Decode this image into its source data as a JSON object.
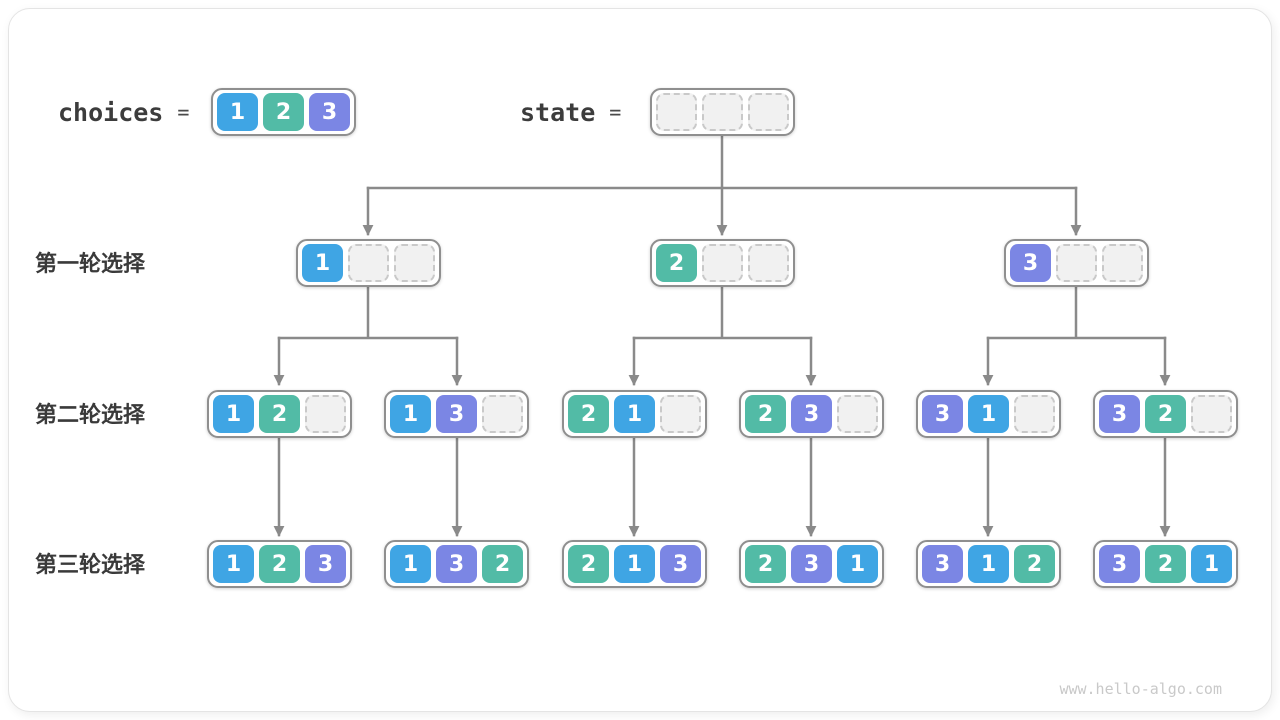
{
  "colors": {
    "1": "#3fa5e4",
    "2": "#52bba6",
    "3": "#7b86e4",
    "connector": "#8a8a8a"
  },
  "legend": {
    "choices_label": "choices",
    "state_label": "state",
    "equals": "=",
    "choices_cells": [
      "1",
      "2",
      "3"
    ],
    "state_cells": [
      null,
      null,
      null
    ]
  },
  "rows": [
    {
      "label": "第一轮选择",
      "nodes": [
        [
          "1",
          null,
          null
        ],
        [
          "2",
          null,
          null
        ],
        [
          "3",
          null,
          null
        ]
      ]
    },
    {
      "label": "第二轮选择",
      "nodes": [
        [
          "1",
          "2",
          null
        ],
        [
          "1",
          "3",
          null
        ],
        [
          "2",
          "1",
          null
        ],
        [
          "2",
          "3",
          null
        ],
        [
          "3",
          "1",
          null
        ],
        [
          "3",
          "2",
          null
        ]
      ]
    },
    {
      "label": "第三轮选择",
      "nodes": [
        [
          "1",
          "2",
          "3"
        ],
        [
          "1",
          "3",
          "2"
        ],
        [
          "2",
          "1",
          "3"
        ],
        [
          "2",
          "3",
          "1"
        ],
        [
          "3",
          "1",
          "2"
        ],
        [
          "3",
          "2",
          "1"
        ]
      ]
    }
  ],
  "watermark": "www.hello-algo.com"
}
